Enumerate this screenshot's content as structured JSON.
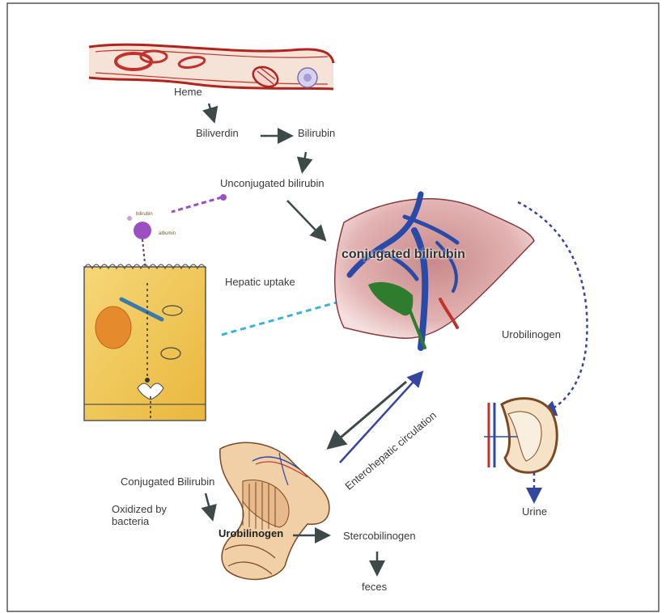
{
  "labels": {
    "heme": "Heme",
    "biliverdin": "Biliverdin",
    "bilirubin": "Bilirubin",
    "unconjugated": "Unconjugated bilirubin",
    "hepatic_uptake": "Hepatic uptake",
    "conjugated_liver": "conjugated bilirubin",
    "urobilinogen_right": "Urobilinogen",
    "urine": "Urine",
    "enterohepatic": "Enterohepatic circulation",
    "conjugated_intestine": "Conjugated Bilirubin",
    "oxidized": "Oxidized by bacteria",
    "urobilinogen_gut": "Urobilinogen",
    "stercobilinogen": "Stercobilinogen",
    "feces": "feces"
  },
  "colors": {
    "blood_red": "#c0322b",
    "liver_pink": "#dca0a0",
    "vein_blue": "#2a4aa8",
    "gall_green": "#2e7d2e",
    "hepatocyte_yellow": "#f0c850",
    "uptake_cyan": "#3cb4d8",
    "albumin_purple": "#9b4fc0",
    "arrow_dark": "#3e4a4a",
    "urine_path_blue": "#3446a0"
  }
}
